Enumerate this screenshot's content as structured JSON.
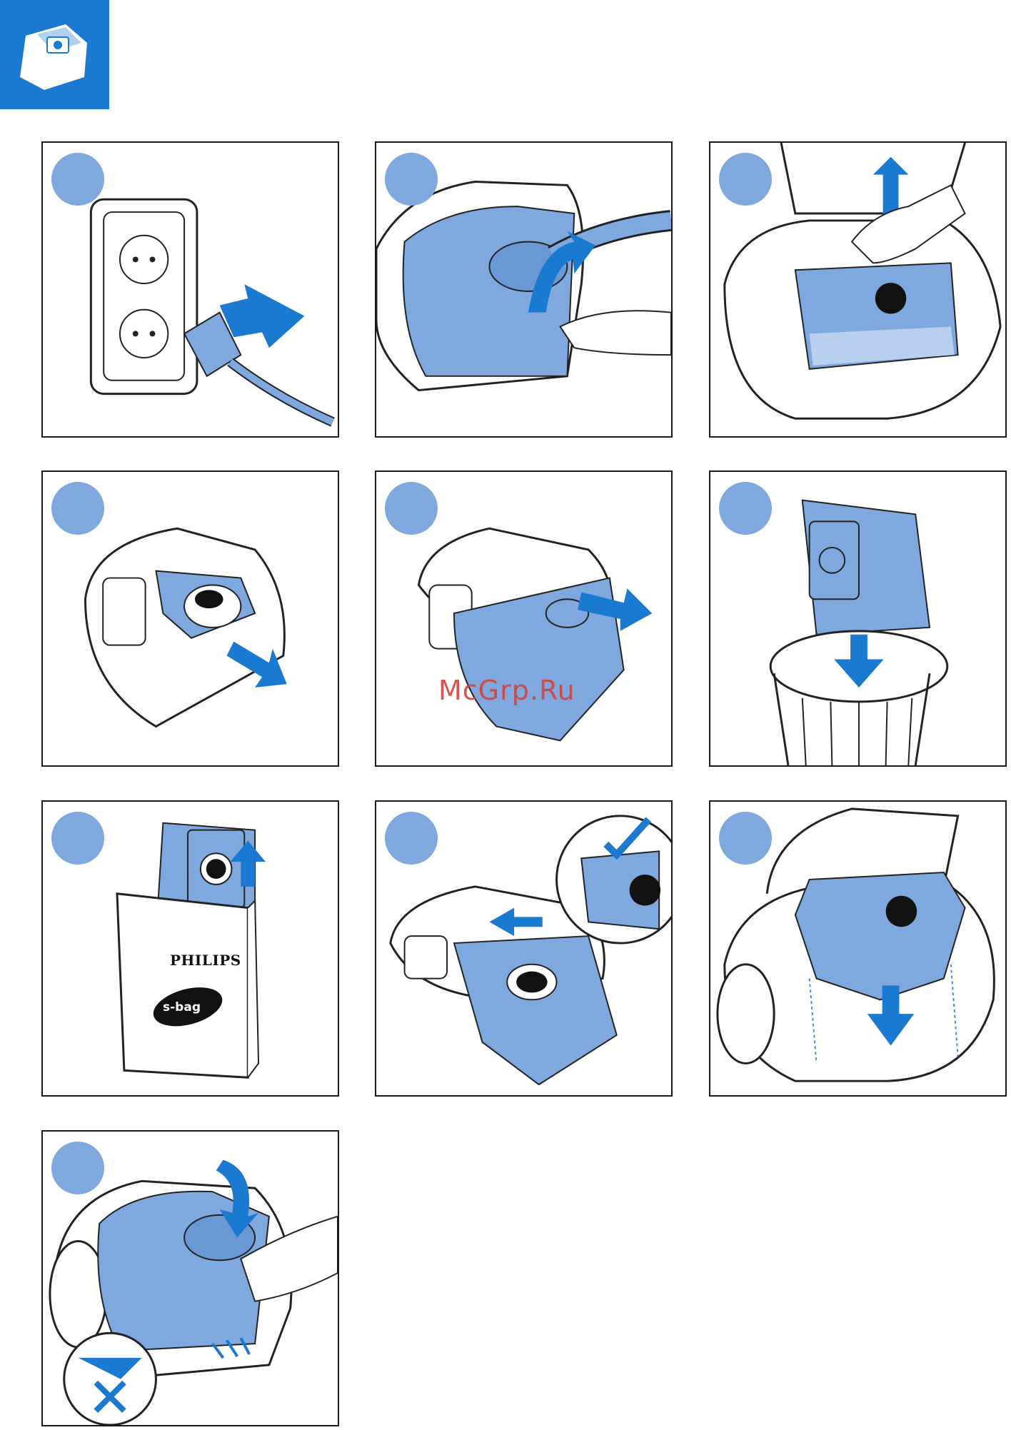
{
  "header": {
    "icon": "dust-bag-icon"
  },
  "colors": {
    "accent": "#1a7ad1",
    "step_circle": "#7fa8df",
    "part_fill": "#7fa8df",
    "arrow": "#1a7ad1",
    "watermark": "#d8423a"
  },
  "watermark": {
    "text": "McGrp.Ru"
  },
  "package": {
    "brand": "PHILIPS",
    "product": "s-bag"
  },
  "steps": [
    {
      "icon": "unplug-icon"
    },
    {
      "icon": "open-cover-icon"
    },
    {
      "icon": "lift-holder-icon"
    },
    {
      "icon": "pull-bag-icon"
    },
    {
      "icon": "slide-bag-out-icon"
    },
    {
      "icon": "dispose-bag-icon"
    },
    {
      "icon": "new-bag-icon"
    },
    {
      "icon": "insert-bag-icon"
    },
    {
      "icon": "place-holder-icon"
    },
    {
      "icon": "close-cover-icon"
    }
  ]
}
